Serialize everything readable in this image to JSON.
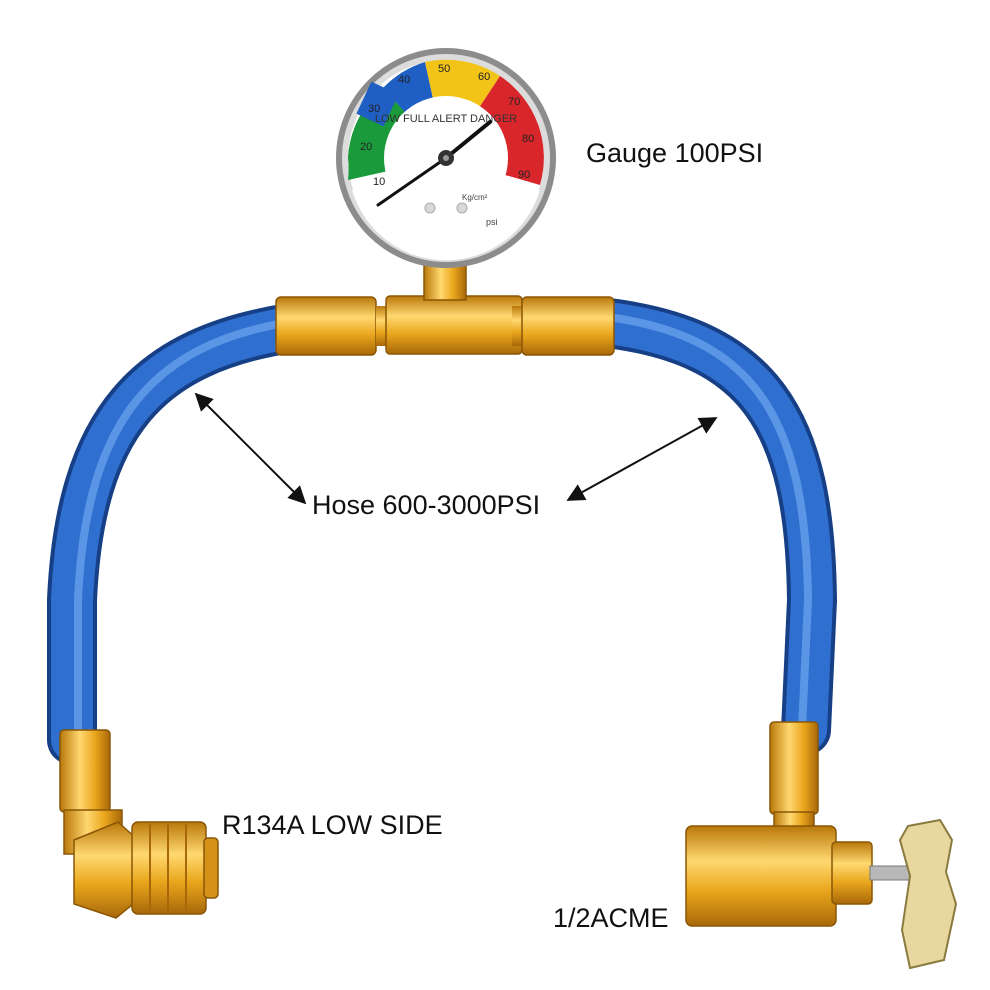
{
  "labels": {
    "gauge": "Gauge 100PSI",
    "hose": "Hose 600-3000PSI",
    "low_side": "R134A LOW SIDE",
    "acme": "1/2ACME"
  },
  "gauge": {
    "scale_numbers": [
      "10",
      "20",
      "30",
      "40",
      "50",
      "60",
      "70",
      "80",
      "90"
    ],
    "arc_text": "LOW FULL ALERT DANGER",
    "unit_text": "psi",
    "kgf_text": "Kg/cm²",
    "zone_colors": {
      "green": "#1a9a3a",
      "blue": "#1f5fc4",
      "yellow": "#f2c417",
      "red": "#d8262a"
    }
  },
  "colors": {
    "hose": "#2e6fd0",
    "brass": "#e2a51c",
    "arrow": "#111111"
  },
  "icons": [
    "pressure-gauge",
    "refrigerant-hose",
    "quick-coupler",
    "acme-valve"
  ]
}
